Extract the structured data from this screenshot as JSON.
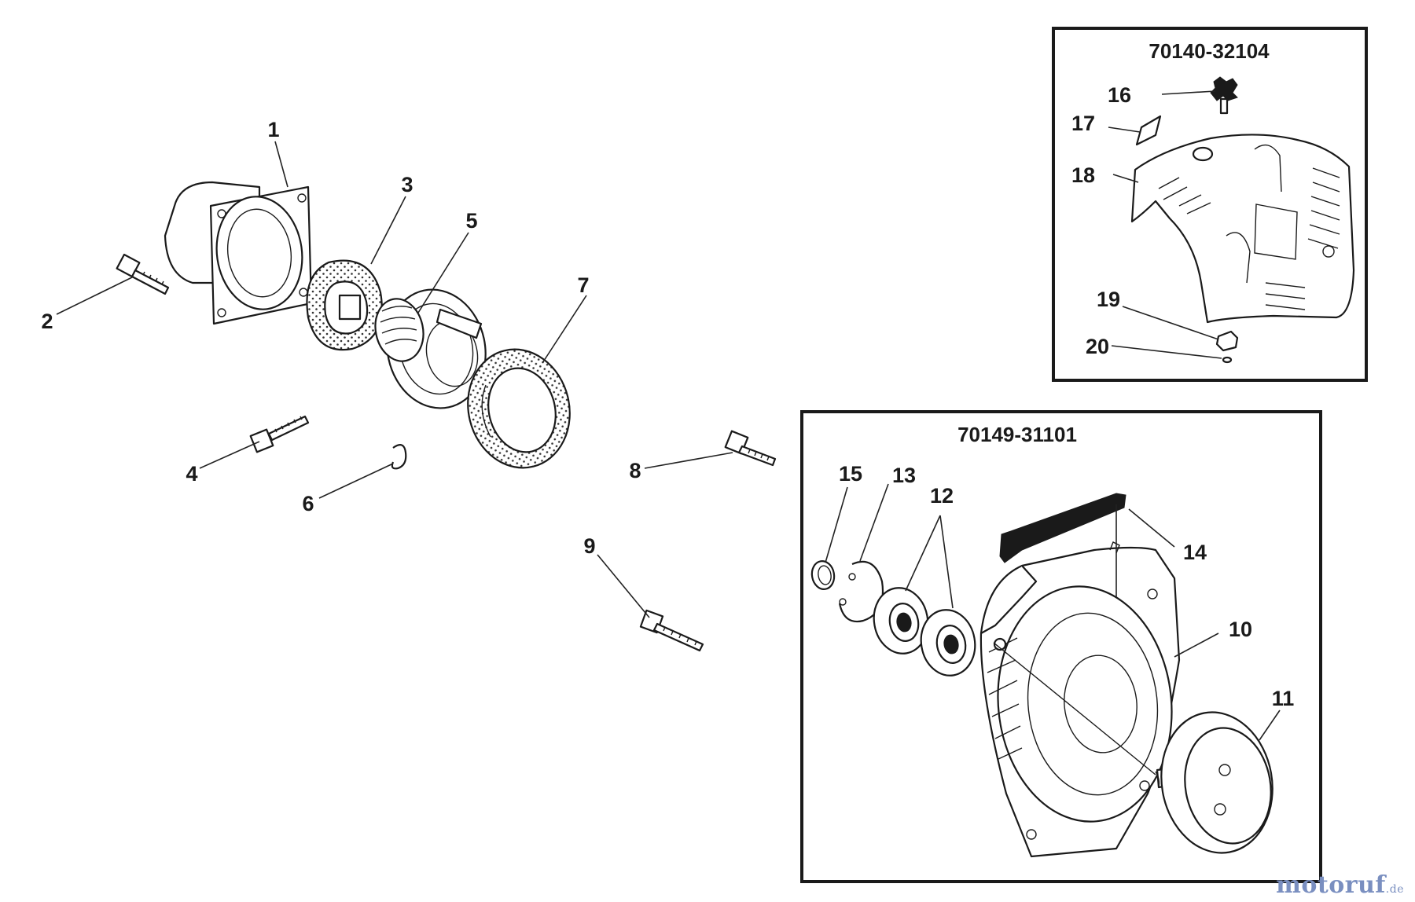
{
  "callouts": [
    "1",
    "2",
    "3",
    "4",
    "5",
    "6",
    "7",
    "8",
    "9",
    "10",
    "11",
    "12",
    "13",
    "14",
    "15",
    "16",
    "17",
    "18",
    "19",
    "20"
  ],
  "inset_top": {
    "code": "70140-32104"
  },
  "inset_bottom": {
    "code": "70149-31101"
  },
  "watermark": {
    "brand": "motoruf",
    "tld": ".de"
  }
}
